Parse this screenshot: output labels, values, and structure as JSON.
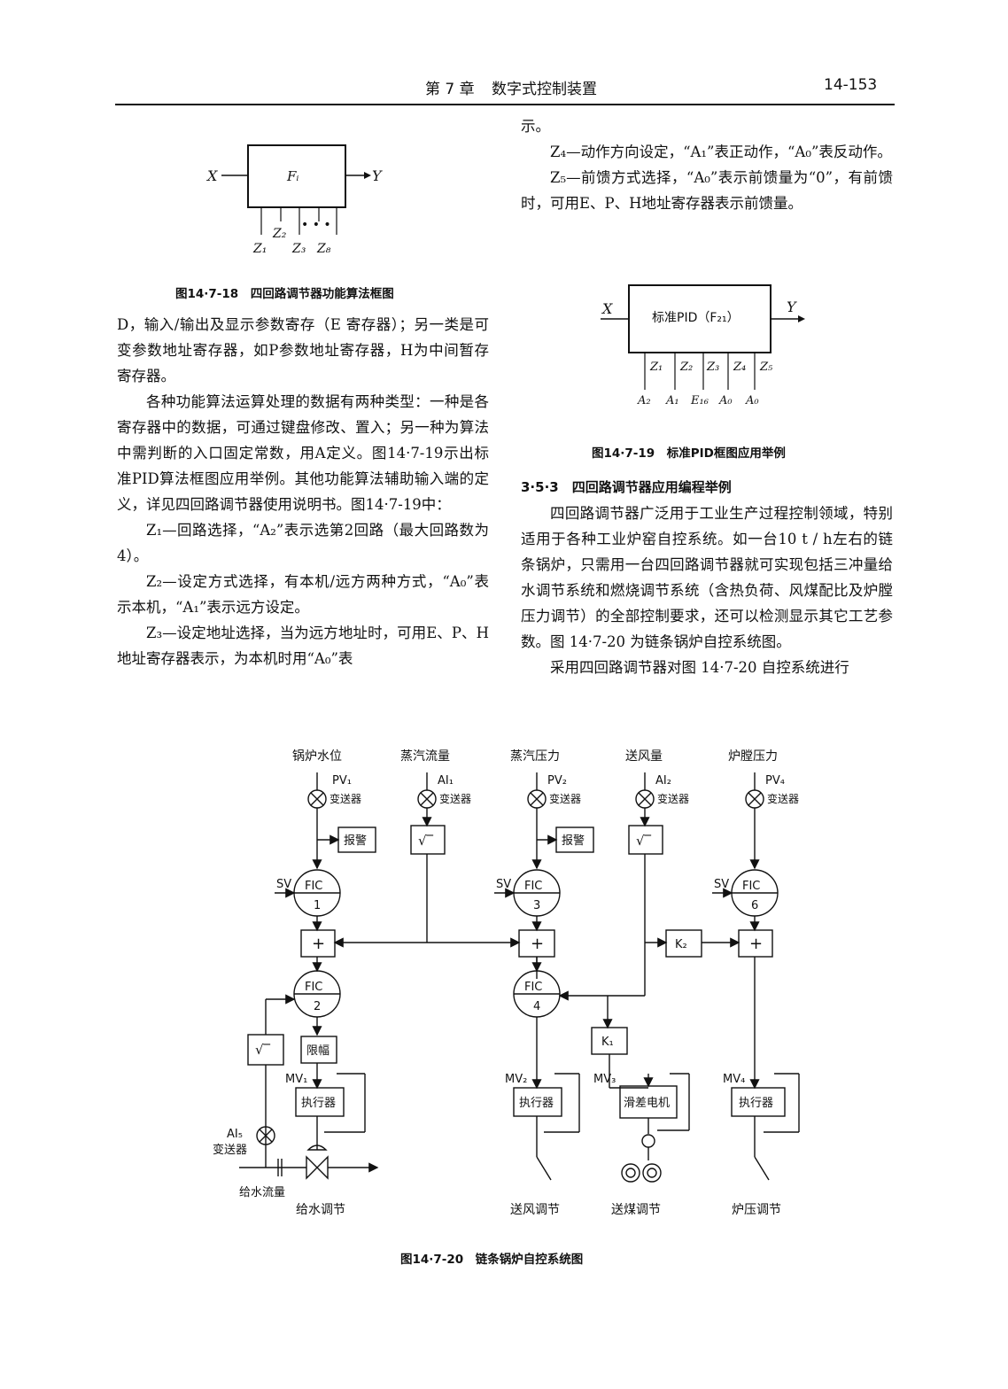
{
  "header": {
    "chapter": "第 7 章",
    "title": "数字式控制装置",
    "page": "14-153"
  },
  "fig18": {
    "box_label": "Fᵢ",
    "input": "X",
    "output": "Y",
    "sub_labels": [
      "Z₁",
      "Z₂",
      "Z₃",
      "Z₈"
    ],
    "caption": "图14·7-18　四回路调节器功能算法框图"
  },
  "left_col": {
    "p1": "D，输入/输出及显示参数寄存（E 寄存器）；另一类是可变参数地址寄存器，如P参数地址寄存器，H为中间暂存寄存器。",
    "p2": "各种功能算法运算处理的数据有两种类型：一种是各寄存器中的数据，可通过键盘修改、置入；另一种为算法中需判断的入口固定常数，用A定义。图14·7-19示出标准PID算法框图应用举例。其他功能算法辅助输入端的定义，详见四回路调节器使用说明书。图14·7-19中：",
    "z1": "Z₁—回路选择，“A₂”表示选第2回路（最大回路数为4）。",
    "z2": "Z₂—设定方式选择，有本机/远方两种方式，“A₀”表示本机，“A₁”表示远方设定。",
    "z3": "Z₃—设定地址选择，当为远方地址时，可用E、P、H地址寄存器表示，为本机时用“A₀”表"
  },
  "right_col": {
    "cont": "示。",
    "z4": "Z₄—动作方向设定，“A₁”表正动作，“A₀”表反动作。",
    "z5": "Z₅—前馈方式选择，“A₀”表示前馈量为“0”，有前馈时，可用E、P、H地址寄存器表示前馈量。",
    "section": "3·5·3　四回路调节器应用编程举例",
    "p1": "四回路调节器广泛用于工业生产过程控制领域，特别适用于各种工业炉窑自控系统。如一台10 t / h左右的链条锅炉，只需用一台四回路调节器就可实现包括三冲量给水调节系统和燃烧调节系统（含热负荷、风煤配比及炉膛压力调节）的全部控制要求，还可以检测显示其它工艺参数。图 14·7-20 为链条锅炉自控系统图。",
    "p2": "采用四回路调节器对图 14·7-20 自控系统进行"
  },
  "fig19": {
    "box_label": "标准PID（F₂₁）",
    "input": "X",
    "output": "Y",
    "z_labels": [
      "Z₁",
      "Z₂",
      "Z₃",
      "Z₄",
      "Z₅"
    ],
    "values": [
      "A₂",
      "A₁",
      "E₁₆",
      "A₀",
      "A₀"
    ],
    "caption": "图14·7-19　标准PID框图应用举例"
  },
  "fig20": {
    "signals": [
      "锅炉水位",
      "蒸汽流量",
      "蒸汽压力",
      "送风量",
      "炉膛压力"
    ],
    "pv": [
      "PV₁",
      "AI₁",
      "PV₂",
      "AI₂",
      "PV₄"
    ],
    "transmitter": "变送器",
    "alarm": "报警",
    "sqrt": "√‾",
    "sv": "SV",
    "fic": "FIC",
    "fic_nums": [
      "1",
      "2",
      "3",
      "4",
      "6"
    ],
    "plus": "+",
    "k1": "K₁",
    "k2": "K₂",
    "limiter": "限幅",
    "actuator": "执行器",
    "motor": "滑差电机",
    "mv": [
      "MV₁",
      "MV₂",
      "MV₃",
      "MV₄"
    ],
    "ai5": "AI₅",
    "feed_flow": "给水流量",
    "bottom": [
      "给水调节",
      "送风调节",
      "送煤调节",
      "炉压调节"
    ],
    "caption": "图14·7-20　链条锅炉自控系统图"
  }
}
